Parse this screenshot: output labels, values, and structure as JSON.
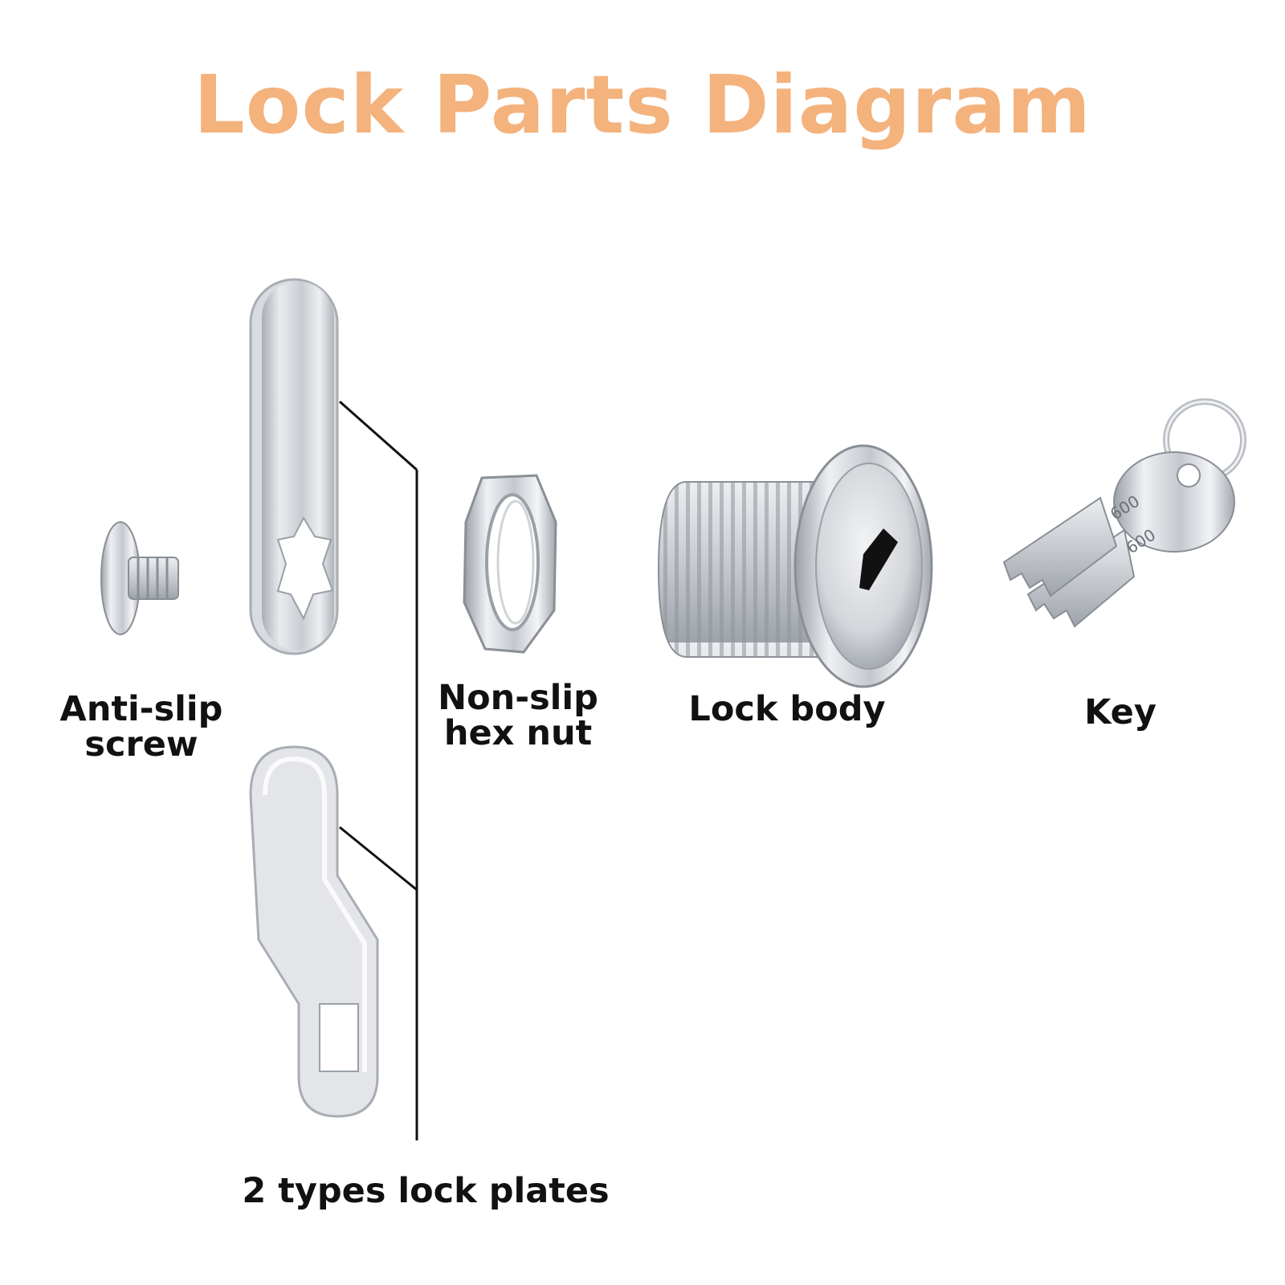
{
  "title": "Lock Parts Diagram",
  "colors": {
    "title": "#f4b27d",
    "text": "#111111",
    "metal": "#c9ccd1",
    "line": "#111111"
  },
  "parts": [
    {
      "label": "Anti-slip screw",
      "icon": "screw-icon"
    },
    {
      "label": "Non-slip\nhex nut",
      "icon": "hex-nut-icon"
    },
    {
      "label": "Lock body",
      "icon": "lock-body-icon"
    },
    {
      "label": "Key",
      "icon": "key-icon"
    },
    {
      "label": "2 types lock plates",
      "icon": "lock-plate-icon"
    }
  ],
  "key_engraving": [
    "600",
    "600"
  ]
}
